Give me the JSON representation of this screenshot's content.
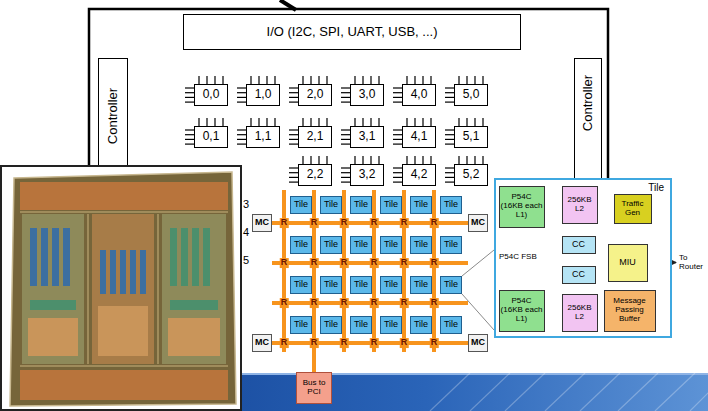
{
  "diagram": {
    "nodes": [
      {
        "text": [
          "I/O (I2C, SPI, UART, USB, ...)"
        ]
      },
      {
        "text": [
          "Controller"
        ]
      },
      {
        "text": [
          "Controller"
        ]
      },
      {
        "text": [
          "0,0"
        ]
      },
      {
        "text": [
          "1,0"
        ]
      },
      {
        "text": [
          "2,0"
        ]
      },
      {
        "text": [
          "3,0"
        ]
      },
      {
        "text": [
          "4,0"
        ]
      },
      {
        "text": [
          "5,0"
        ]
      },
      {
        "text": [
          "0,1"
        ]
      },
      {
        "text": [
          "1,1"
        ]
      },
      {
        "text": [
          "2,1"
        ]
      },
      {
        "text": [
          "3,1"
        ]
      },
      {
        "text": [
          "4,1"
        ]
      },
      {
        "text": [
          "5,1"
        ]
      },
      {
        "text": [
          "2,2"
        ]
      },
      {
        "text": [
          "3,2"
        ]
      },
      {
        "text": [
          "4,2"
        ]
      },
      {
        "text": [
          "5,2"
        ]
      },
      {
        "text": [
          "MC"
        ]
      },
      {
        "text": [
          "Tile"
        ]
      },
      {
        "text": [
          "Tile"
        ]
      },
      {
        "text": [
          "Tile"
        ]
      },
      {
        "text": [
          "Tile"
        ]
      },
      {
        "text": [
          "Tile"
        ]
      },
      {
        "text": [
          "Tile"
        ]
      },
      {
        "text": [
          "MC"
        ]
      },
      {
        "text": [
          "Tile"
        ]
      },
      {
        "text": [
          "Tile"
        ]
      },
      {
        "text": [
          "Tile"
        ]
      },
      {
        "text": [
          "Tile"
        ]
      },
      {
        "text": [
          "Tile"
        ]
      },
      {
        "text": [
          "Tile"
        ]
      },
      {
        "text": [
          "Tile"
        ]
      },
      {
        "text": [
          "Tile"
        ]
      },
      {
        "text": [
          "Tile"
        ]
      },
      {
        "text": [
          "Tile"
        ]
      },
      {
        "text": [
          "Tile"
        ]
      },
      {
        "text": [
          "Tile"
        ]
      },
      {
        "text": [
          "Tile"
        ]
      },
      {
        "text": [
          "Tile"
        ]
      },
      {
        "text": [
          "Tile"
        ]
      },
      {
        "text": [
          "Tile"
        ]
      },
      {
        "text": [
          "Tile"
        ]
      },
      {
        "text": [
          "Tile"
        ]
      },
      {
        "text": [
          "MC"
        ]
      },
      {
        "text": [
          "MC"
        ]
      },
      {
        "text": [
          "Bus to PCI"
        ]
      },
      {
        "text": [
          "Tile"
        ]
      },
      {
        "text": [
          "P54C (16KB each L1)"
        ],
        "in": 48
      },
      {
        "text": [
          "256KB L2"
        ],
        "in": 48
      },
      {
        "text": [
          "Traffic Gen"
        ],
        "in": 48
      },
      {
        "text": [
          "CC"
        ],
        "in": 48
      },
      {
        "text": [
          "MIU"
        ],
        "in": 48
      },
      {
        "text": [
          "CC"
        ],
        "in": 48
      },
      {
        "text": [
          "P54C (16KB each L1)"
        ],
        "in": 48
      },
      {
        "text": [
          "256KB L2"
        ],
        "in": 48
      },
      {
        "text": [
          "Message Passing Buffer"
        ],
        "in": 48
      }
    ],
    "edges": [
      {
        "from": 49,
        "to": 52,
        "arrow": "none"
      },
      {
        "from": 50,
        "to": 52,
        "arrow": "none"
      },
      {
        "from": 52,
        "to": 53,
        "arrow": "none"
      },
      {
        "from": 51,
        "to": 53,
        "arrow": "none"
      },
      {
        "from": 55,
        "to": 54,
        "arrow": "none"
      },
      {
        "from": 54,
        "to": 56,
        "arrow": "none"
      },
      {
        "from": 54,
        "to": 53,
        "arrow": "none"
      },
      {
        "from": 53,
        "to": 57,
        "arrow": "none"
      }
    ],
    "labels": [
      "3",
      "4",
      "5",
      "R",
      "R",
      "R",
      "R",
      "R",
      "R",
      "R",
      "R",
      "R",
      "R",
      "R",
      "R",
      "R",
      "R",
      "R",
      "R",
      "R",
      "R",
      "R",
      "R",
      "R",
      "R",
      "R",
      "R",
      "P54C FSB",
      "To Router"
    ]
  }
}
